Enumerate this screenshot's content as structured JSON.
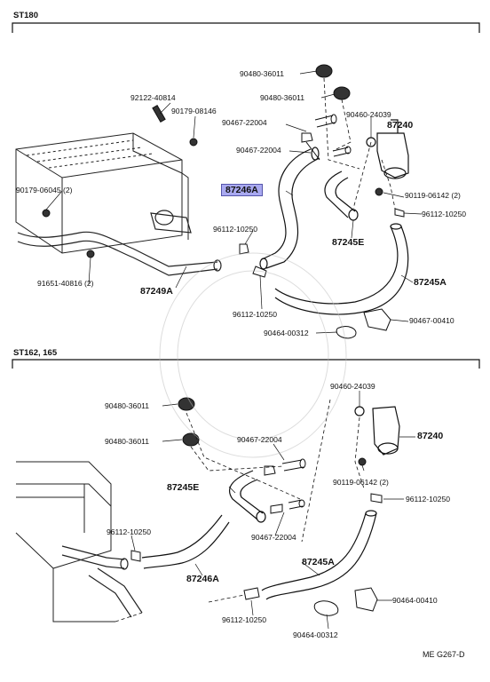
{
  "sections": {
    "upper_title": "ST180",
    "lower_title": "ST162, 165"
  },
  "labels": {
    "u_90480_36011_a": "90480-36011",
    "u_90480_36011_b": "90480-36011",
    "u_92122_40814": "92122-40814",
    "u_90179_08146": "90179-08146",
    "u_90467_22004_a": "90467-22004",
    "u_90460_24039": "90460-24039",
    "u_87240": "87240",
    "u_90467_22004_b": "90467-22004",
    "u_87246a": "87246A",
    "u_90119_06142": "90119-06142 (2)",
    "u_96112_10250_r": "96112-10250",
    "u_90179_06045": "90179-06045 (2)",
    "u_96112_10250_m": "96112-10250",
    "u_87245e": "87245E",
    "u_91651_40816": "91651-40816 (2)",
    "u_87249a": "87249A",
    "u_87245a": "87245A",
    "u_96112_10250_b": "96112-10250",
    "u_90467_00410": "90467-00410",
    "u_90464_00312": "90464-00312",
    "l_90480_36011_a": "90480-36011",
    "l_90460_24039": "90460-24039",
    "l_90480_36011_b": "90480-36011",
    "l_90467_22004_a": "90467-22004",
    "l_87240": "87240",
    "l_87245e": "87245E",
    "l_90119_06142": "90119-06142 (2)",
    "l_96112_10250_r": "96112-10250",
    "l_96112_10250_l": "96112-10250",
    "l_90467_22004_b": "90467-22004",
    "l_87245a": "87245A",
    "l_87246a": "87246A",
    "l_90464_00410": "90464-00410",
    "l_96112_10250_b": "96112-10250",
    "l_90464_00312": "90464-00312"
  },
  "footer": {
    "code": "ME G267-D"
  },
  "highlight_color": "#a9a9f0"
}
